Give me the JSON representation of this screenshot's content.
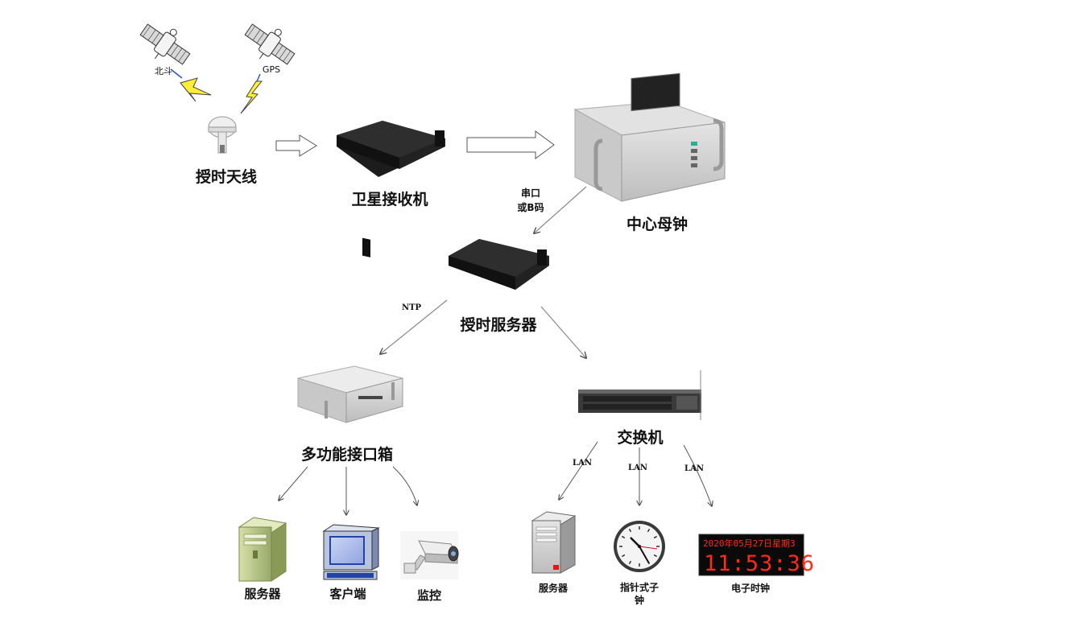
{
  "satellites": {
    "beidou": "北斗",
    "gps": "GPS"
  },
  "devices": {
    "antenna": "授时天线",
    "receiver": "卫星接收机",
    "master_clock": "中心母钟",
    "time_server": "授时服务器",
    "interface_box": "多功能接口箱",
    "switch": "交换机"
  },
  "links": {
    "serial_line1": "串口",
    "serial_line2": "或B码",
    "ntp": "NTP",
    "lan": "LAN"
  },
  "left_endpoints": {
    "server": "服务器",
    "client": "客户端",
    "monitor": "监控"
  },
  "right_endpoints": {
    "server": "服务器",
    "analog_clock": "指针式子钟",
    "digital_clock": "电子时钟"
  },
  "digital_display": {
    "date": "2020年05月27日星期3",
    "time": "11:53:36"
  },
  "colors": {
    "lightning": "#ffee33",
    "lightning_stroke": "#444444",
    "display_red": "#ff2a1a",
    "monitor_blue": "#2244aa",
    "server_green": "#b8c88a"
  }
}
